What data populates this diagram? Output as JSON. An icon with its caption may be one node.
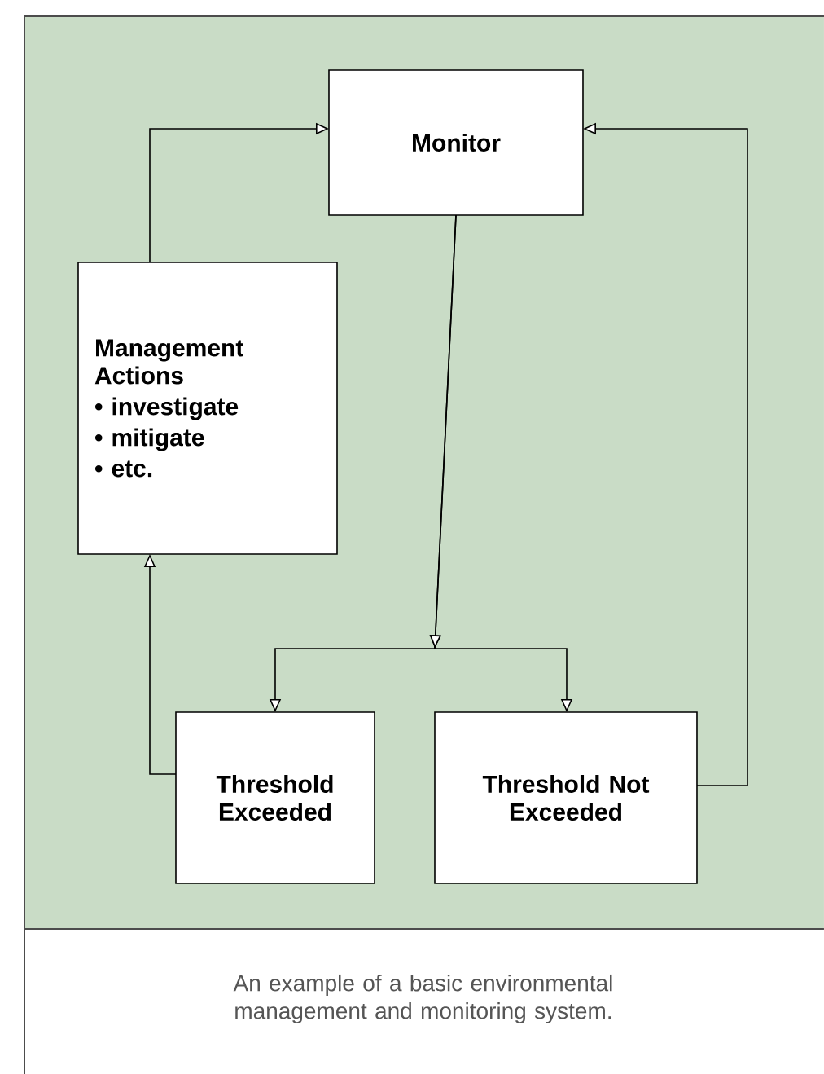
{
  "diagram": {
    "caption": "An example of a basic environmental management and monitoring system.",
    "nodes": [
      {
        "text": [
          "Monitor"
        ]
      },
      {
        "text": [
          "Management Actions",
          "• investigate",
          "• mitigate",
          "• etc."
        ]
      },
      {
        "text": [
          "Threshold Exceeded"
        ]
      },
      {
        "text": [
          "Threshold Not Exceeded"
        ]
      }
    ],
    "edges": [
      {
        "from": 1,
        "to": 0,
        "arrow": "to"
      },
      {
        "from": 0,
        "to": 2,
        "arrow": "to"
      },
      {
        "from": 0,
        "to": 3,
        "arrow": "to"
      },
      {
        "from": 2,
        "to": 1,
        "arrow": "to"
      },
      {
        "from": 3,
        "to": 0,
        "arrow": "to"
      }
    ]
  }
}
